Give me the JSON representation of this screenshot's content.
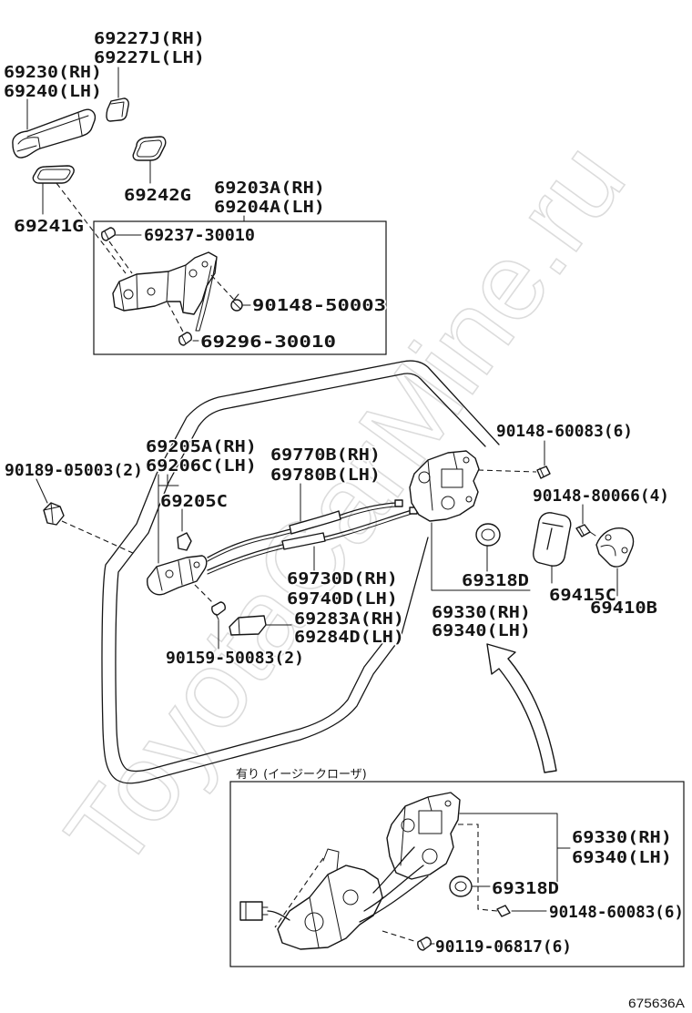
{
  "watermark": "ToyotaCarMine.ru",
  "figure_id": "675636A",
  "labels": {
    "p69227_rh": "69227J(RH)",
    "p69227_lh": "69227L(LH)",
    "p69230_rh": "69230(RH)",
    "p69240_lh": "69240(LH)",
    "p69242g": "69242G",
    "p69241g": "69241G",
    "p69203_rh": "69203A(RH)",
    "p69204_lh": "69204A(LH)",
    "p69237": "69237-30010",
    "p90148_50003": "90148-50003",
    "p69296": "69296-30010",
    "p90148_60083": "90148-60083(6)",
    "p69205_rh": "69205A(RH)",
    "p69206_lh": "69206C(LH)",
    "p69770_rh": "69770B(RH)",
    "p69780_lh": "69780B(LH)",
    "p90189": "90189-05003(2)",
    "p90148_80066": "90148-80066(4)",
    "p69205c": "69205C",
    "p69730_rh": "69730D(RH)",
    "p69740_lh": "69740D(LH)",
    "p69318d": "69318D",
    "p69415c": "69415C",
    "p69410b": "69410B",
    "p69330_rh": "69330(RH)",
    "p69340_lh": "69340(LH)",
    "p69283_rh": "69283A(RH)",
    "p69284_lh": "69284D(LH)",
    "p90159": "90159-50083(2)"
  },
  "closer_inset": {
    "caption": "有り (イージークローザ)",
    "labels": {
      "p69330_rh": "69330(RH)",
      "p69340_lh": "69340(LH)",
      "p69318d": "69318D",
      "p90148_60083": "90148-60083(6)",
      "p90119": "90119-06817(6)"
    }
  }
}
